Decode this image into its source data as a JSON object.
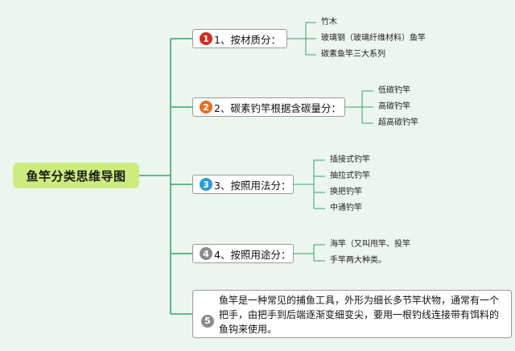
{
  "root": {
    "label": "鱼竿分类思维导图"
  },
  "branches": [
    {
      "num": "1",
      "color": "#d6291b",
      "label": "1、按材质分：",
      "leaves": [
        "竹木",
        "玻璃钢（玻璃纤维材料）鱼竿",
        "碳素鱼竿三大系列"
      ]
    },
    {
      "num": "2",
      "color": "#e86e1c",
      "label": "2、碳素钓竿根据含碳量分：",
      "leaves": [
        "低碳钓竿",
        "高碳钓竿",
        "超高碳钓竿"
      ]
    },
    {
      "num": "3",
      "color": "#2a9bd8",
      "label": "3、按照用法分：",
      "leaves": [
        "插接式钓竿",
        "抽拉式钓竿",
        "换把钓竿",
        "中通钓竿"
      ]
    },
    {
      "num": "4",
      "color": "#8c8c8c",
      "label": "4、按照用途分：",
      "leaves": [
        "海竿（又叫甩竿、投竿",
        "手竿两大种类。"
      ]
    }
  ],
  "note": {
    "num": "5",
    "color": "#8c8c8c",
    "text": "鱼竿是一种常见的捕鱼工具，外形为细长多节竿状物，通常有一个把手，由把手到后端逐渐变细变尖，要用一根钓线连接带有饵料的鱼钩来使用。"
  },
  "line_color": "#2fa86a"
}
